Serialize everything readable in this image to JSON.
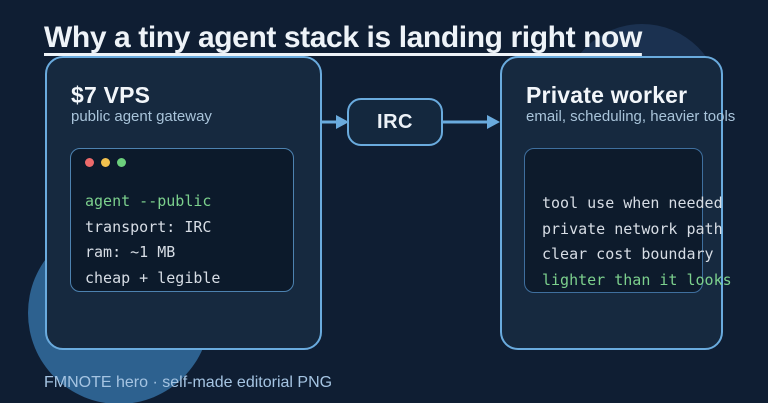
{
  "title": "Why a tiny agent stack is landing right now",
  "left_panel": {
    "title": "$7 VPS",
    "subtitle": "public agent gateway",
    "terminal": {
      "lines": [
        {
          "text": "agent --public",
          "tone": "green"
        },
        {
          "text": "transport: IRC",
          "tone": "gray"
        },
        {
          "text": "ram: ~1 MB",
          "tone": "gray"
        },
        {
          "text": "cheap + legible",
          "tone": "gray"
        }
      ]
    }
  },
  "connector": {
    "label": "IRC"
  },
  "right_panel": {
    "title": "Private worker",
    "subtitle": "email, scheduling, heavier tools",
    "terminal": {
      "lines": [
        {
          "text": "tool use when needed",
          "tone": "gray"
        },
        {
          "text": "private network path",
          "tone": "gray"
        },
        {
          "text": "clear cost boundary",
          "tone": "gray"
        },
        {
          "text": "lighter than it looks",
          "tone": "green"
        }
      ]
    }
  },
  "footer": "FMNOTE hero · self-made editorial PNG",
  "colors": {
    "background": "#0f1e33",
    "panel_background": "#16293f",
    "terminal_background": "#0c1a2b",
    "accent_border": "#6aabde",
    "code_text": "#d7dde5",
    "code_green": "#7cd08d",
    "subtitle_text": "#a9c4da",
    "footer_text": "#a5c4e2",
    "circle_bottom_left": "#2d618f",
    "circle_top_right": "#1b3150",
    "dot_red": "#ed6a6a",
    "dot_yellow": "#f2c14e",
    "dot_green": "#6ccf7c"
  }
}
